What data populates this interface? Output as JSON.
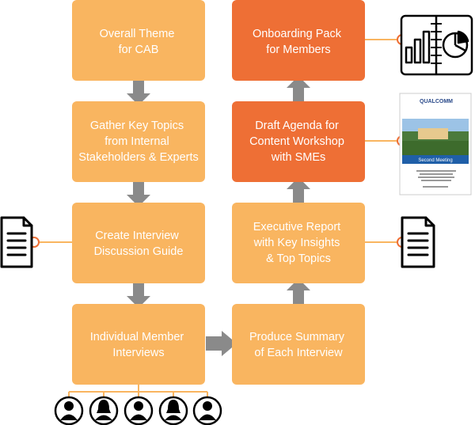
{
  "steps": [
    {
      "id": "overall-theme",
      "lines": [
        "Overall Theme",
        "for CAB"
      ]
    },
    {
      "id": "gather-topics",
      "lines": [
        "Gather Key Topics",
        "from Internal",
        "Stakeholders & Experts"
      ]
    },
    {
      "id": "create-guide",
      "lines": [
        "Create Interview",
        "Discussion Guide"
      ]
    },
    {
      "id": "member-interviews",
      "lines": [
        "Individual Member",
        "Interviews"
      ]
    },
    {
      "id": "produce-summary",
      "lines": [
        "Produce Summary",
        "of Each Interview"
      ]
    },
    {
      "id": "executive-report",
      "lines": [
        "Executive Report",
        "with Key Insights",
        "& Top Topics"
      ]
    },
    {
      "id": "draft-agenda",
      "lines": [
        "Draft Agenda for",
        "Content Workshop",
        "with SMEs"
      ]
    },
    {
      "id": "onboarding-pack",
      "lines": [
        "Onboarding Pack",
        "for Members"
      ]
    }
  ],
  "brochure": {
    "brand": "QUALCOMM",
    "caption": "Second Meeting"
  },
  "colors": {
    "light_box": "#f9b560",
    "dark_box": "#ee6f35",
    "arrow": "#8a8a8a",
    "connector_line": "#f9b560",
    "icon_stroke": "#000000"
  }
}
